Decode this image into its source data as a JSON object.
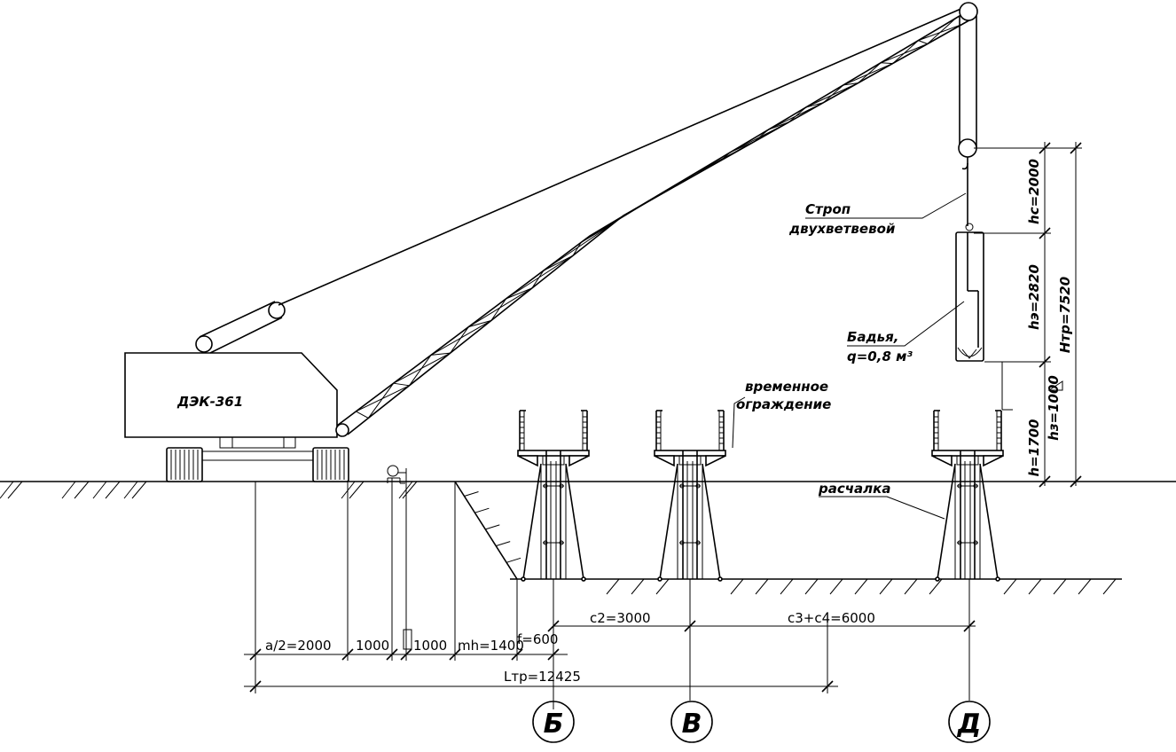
{
  "crane": {
    "model": "ДЭК-361"
  },
  "labels": {
    "sling_line1": "Строп",
    "sling_line2": "двухветвевой",
    "bucket_line1": "Бадья,",
    "bucket_line2": "q=0,8 м³",
    "fence_line1": "временное",
    "fence_line2": "ограждение",
    "brace": "расчалка"
  },
  "vertical_dims": {
    "hc": "hc=2000",
    "hz_bucket": "hэ=2820",
    "h_total": "Hтр=7520",
    "hz_gap": "hз=1000",
    "h": "h=1700"
  },
  "horizontal_dims": {
    "a_half": "a/2=2000",
    "d1": "1000",
    "d2": "1000",
    "mh": "mh=1400",
    "f": "f=600",
    "c2": "c2=3000",
    "c3c4": "c3+c4=6000",
    "l_tr": "Lтр=12425"
  },
  "axes": {
    "b": "Б",
    "v": "В",
    "d": "Д"
  }
}
